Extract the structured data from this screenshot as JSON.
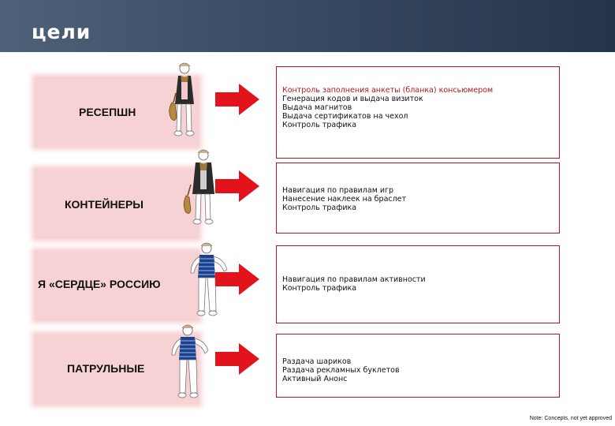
{
  "header": {
    "title": "цели"
  },
  "colors": {
    "header_bg": "#3a4c64",
    "accent_red": "#e3131b",
    "box_pink": "#f7d2d4",
    "border_red": "#b7151c"
  },
  "rows": [
    {
      "label": "РЕСЕПШН",
      "figure_icon": "person-with-guitar-icon",
      "goals": [
        "Контроль заполнения анкеты (бланка) консьюмером",
        "Генерация кодов и выдача визиток",
        "Выдача магнитов",
        "Выдача сертификатов на чехол",
        "Контроль трафика"
      ]
    },
    {
      "label": "КОНТЕЙНЕРЫ",
      "figure_icon": "person-with-guitar-icon",
      "goals": [
        "Навигация по правилам игр",
        "Нанесение наклеек на браслет",
        "Контроль трафика"
      ]
    },
    {
      "label": "Я «СЕРДЦЕ» РОССИЮ",
      "figure_icon": "person-striped-shirt-icon",
      "goals": [
        "Навигация по правилам активности",
        "Контроль трафика"
      ]
    },
    {
      "label": "ПАТРУЛЬНЫЕ",
      "figure_icon": "person-striped-shirt-icon",
      "goals": [
        "Раздача шариков",
        "Раздача рекламных буклетов",
        "Активный Анонс"
      ]
    }
  ],
  "note": "Note: Concepts, not yet approved"
}
